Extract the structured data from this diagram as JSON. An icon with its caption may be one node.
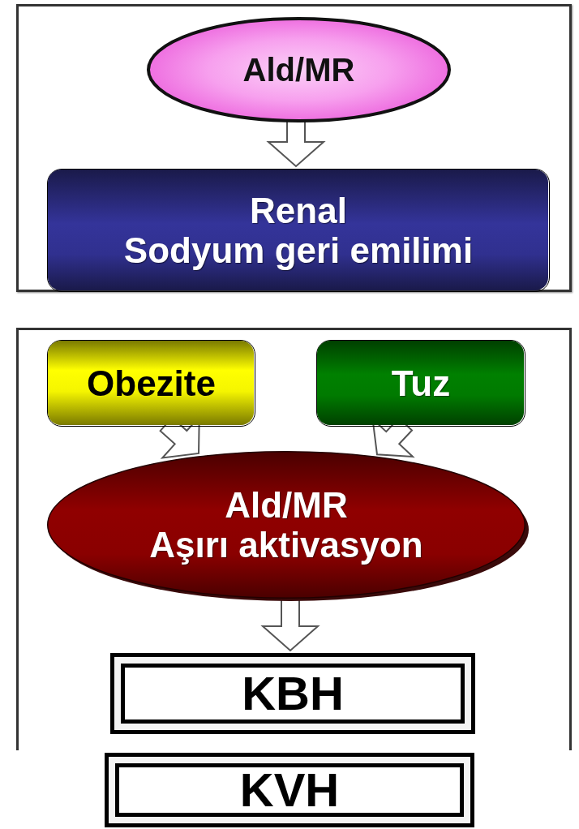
{
  "diagram": {
    "nodes": [
      {
        "text": [],
        "shape": "box"
      },
      {
        "text": [
          "Ald/MR"
        ],
        "in": 0
      },
      {
        "text": [
          "Renal",
          "Sodyum geri emilimi"
        ],
        "in": 0
      },
      {
        "text": [],
        "shape": "box"
      },
      {
        "text": [
          "Obezite"
        ],
        "in": 3
      },
      {
        "text": [
          "Tuz"
        ],
        "in": 3
      },
      {
        "text": [
          "Ald/MR",
          "Aşırı aktivasyon"
        ],
        "in": 3
      },
      {
        "text": [
          "KBH"
        ],
        "in": 3
      },
      {
        "text": [
          "KVH"
        ]
      }
    ],
    "edges": [
      {
        "from": 1,
        "to": 2,
        "arrow": "to"
      },
      {
        "from": 4,
        "to": 6,
        "arrow": "to"
      },
      {
        "from": 5,
        "to": 6,
        "arrow": "to"
      },
      {
        "from": 6,
        "to": 7,
        "arrow": "to"
      }
    ]
  }
}
